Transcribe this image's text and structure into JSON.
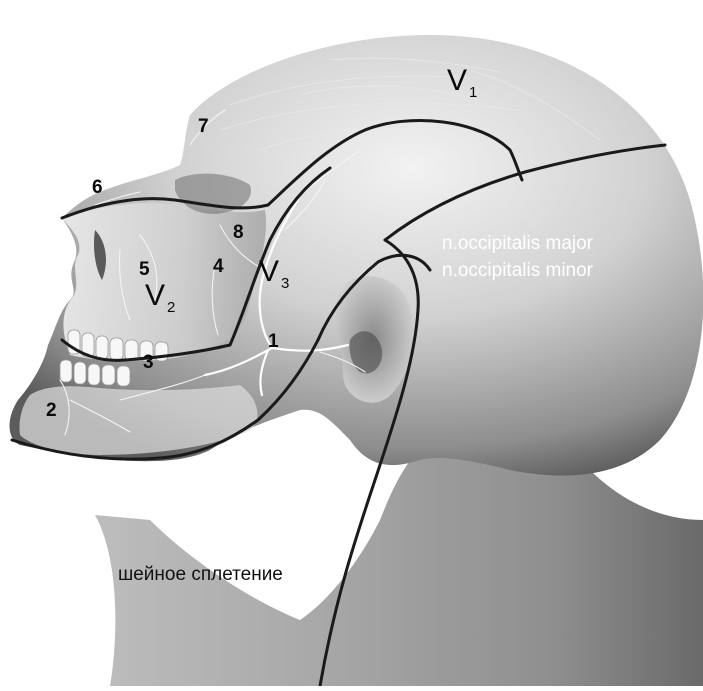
{
  "zones": {
    "v1": {
      "base": "V",
      "sub": "1"
    },
    "v2": {
      "base": "V",
      "sub": "2"
    },
    "v3": {
      "base": "V",
      "sub": "3"
    }
  },
  "occipital": {
    "line1": "n.occipitalis major",
    "line2": "n.occipitalis minor"
  },
  "cervical_plexus": "шейное сплетение",
  "markers": [
    "1",
    "2",
    "3",
    "4",
    "5",
    "6",
    "7",
    "8"
  ]
}
